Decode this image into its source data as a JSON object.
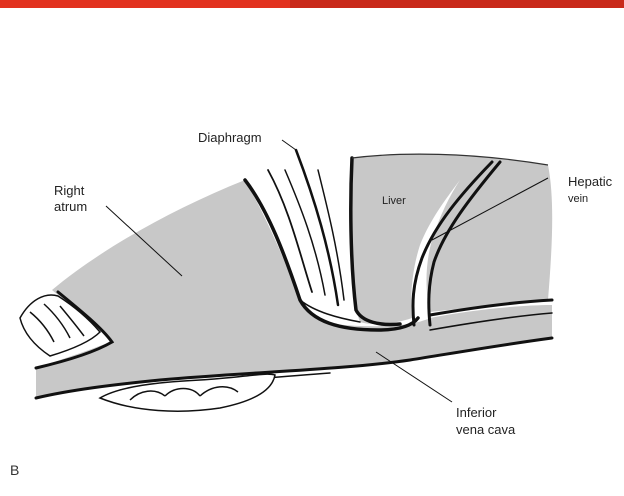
{
  "labels": {
    "diaphragm": "Diaphragm",
    "right_atrum_line1": "Right",
    "right_atrum_line2": "atrum",
    "liver": "Liver",
    "hepatic_line1": "Hepatic",
    "hepatic_line2": "vein",
    "ivc_line1": "Inferior",
    "ivc_line2": "vena cava"
  },
  "panel_letter": "B",
  "colors": {
    "header_bar": "#e2321f",
    "tissue_fill": "#c8c8c8",
    "outline": "#111111"
  }
}
